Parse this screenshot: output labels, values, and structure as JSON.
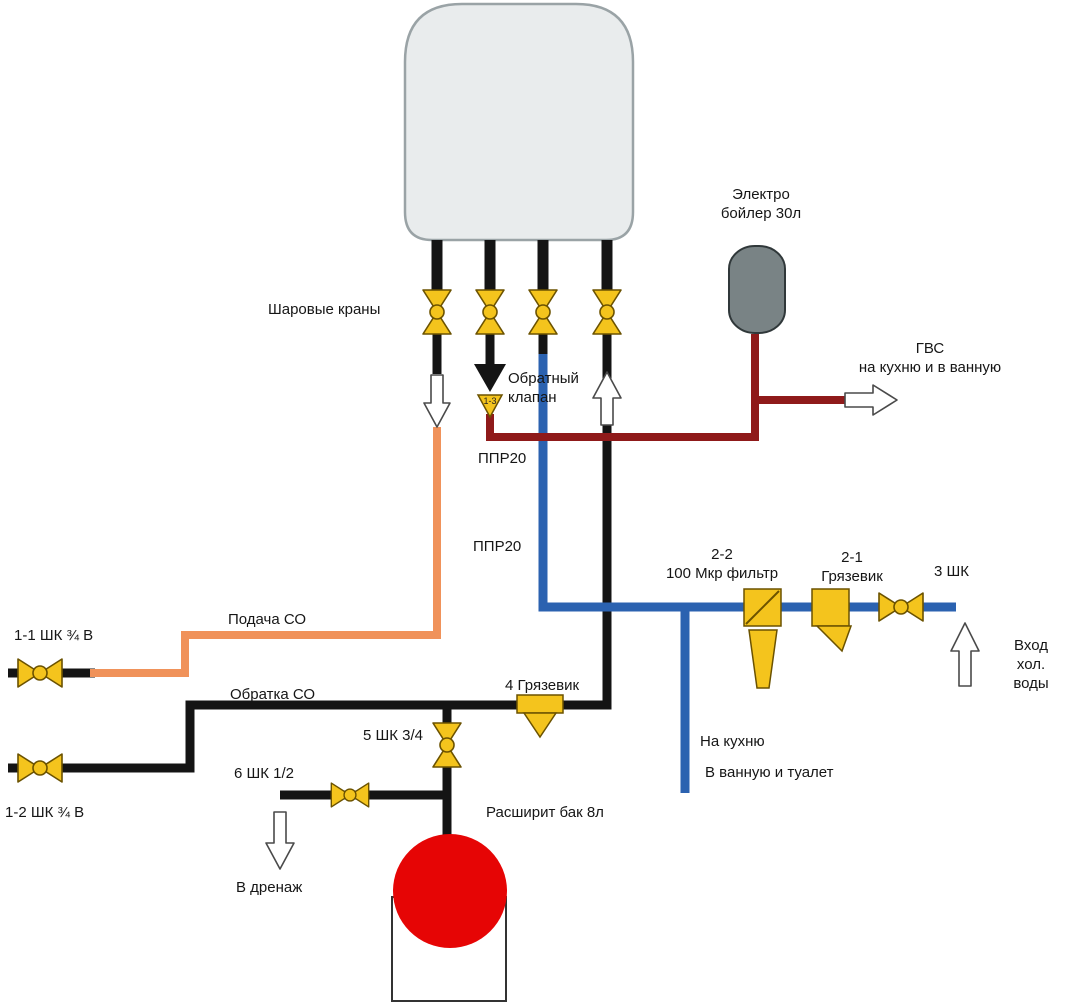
{
  "labels": {
    "electro_boiler": "Электро\nбойлер 30л",
    "gvs_out": "ГВС\nна кухню и в ванную",
    "ball_valves": "Шаровые краны",
    "check_valve": "Обратный\nклапан",
    "check_valve_tag": "1-3",
    "ppr20_top": "ППР20",
    "ppr20_mid": "ППР20",
    "filter_2_2": "2-2\n100 Мкр фильтр",
    "strainer_2_1": "2-1\nГрязевик",
    "shk_3": "3 ШК",
    "cold_inlet": "Вход хол.\nводы",
    "supply_co": "Подача СО",
    "shk_1_1": "1-1 ШК ¾ В",
    "return_co": "Обратка СО",
    "strainer_4": "4 Грязевик",
    "shk_5": "5 ШК 3/4",
    "shk_6": "6 ШК 1/2",
    "shk_1_2": "1-2 ШК ¾ В",
    "to_kitchen": "На кухню",
    "to_bathroom": "В ванную и туалет",
    "expansion_tank": "Расширит бак 8л",
    "to_drain": "В дренаж"
  },
  "colors": {
    "hot_water_pipe": "#8f1a1a",
    "cold_water_pipe": "#2b62b0",
    "heating_supply_pipe": "#f0925a",
    "heating_return_pipe": "#141414",
    "valve_yellow": "#f4c41d",
    "tank_red": "#e60505",
    "boiler_gray": "#e9eced"
  }
}
